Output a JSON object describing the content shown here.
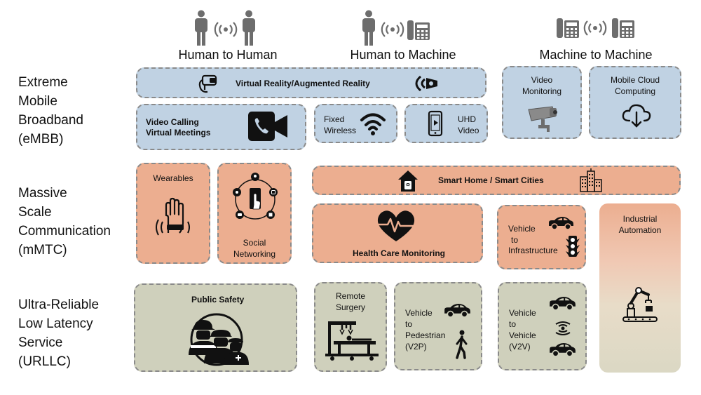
{
  "headers": {
    "h2h": "Human to Human",
    "h2m": "Human to Machine",
    "m2m": "Machine to Machine"
  },
  "rows": {
    "embb": "Extreme\nMobile\nBroadband\n(eMBB)",
    "mmtc": "Massive\nScale\nCommunication\n(mMTC)",
    "urllc": "Ultra-Reliable\nLow Latency\nService\n(URLLC)"
  },
  "embb": {
    "vr_ar": "Virtual Reality/Augmented Reality",
    "video_calling": "Video Calling\nVirtual Meetings",
    "fixed_wireless": "Fixed\nWireless",
    "uhd_video": "UHD\nVideo",
    "video_monitoring": "Video\nMonitoring",
    "mobile_cloud": "Mobile Cloud\nComputing"
  },
  "mmtc": {
    "wearables": "Wearables",
    "social_networking": "Social\nNetworking",
    "smart_home": "Smart Home / Smart Cities",
    "health_care": "Health Care Monitoring",
    "v2i_vehicle": "Vehicle",
    "v2i_to": "to",
    "v2i_infra": "Infrastructure",
    "industrial": "Industrial\nAutomation"
  },
  "urllc": {
    "public_safety": "Public Safety",
    "remote_surgery": "Remote\nSurgery",
    "v2p": "Vehicle\n to\nPedestrian\n(V2P)",
    "v2v": "Vehicle\nto\nVehicle\n(V2V)"
  },
  "colors": {
    "embb_fill": "#c0d2e3",
    "mmtc_fill": "#ecae90",
    "urllc_fill": "#cfd0bc",
    "border": "#8a8a8a",
    "icon_gray": "#6d6d6d",
    "icon_dark": "#111111"
  },
  "icons": [
    "person-icon",
    "signal-icon",
    "phone-icon",
    "vr-headset-icon",
    "ar-eye-icon",
    "video-call-icon",
    "wifi-icon",
    "smartphone-icon",
    "security-camera-icon",
    "cloud-download-icon",
    "house-icon",
    "city-buildings-icon",
    "hand-icon",
    "social-network-icon",
    "heartbeat-icon",
    "car-icon",
    "traffic-light-icon",
    "robot-arm-icon",
    "first-responders-icon",
    "surgery-robot-icon",
    "pedestrian-icon"
  ]
}
